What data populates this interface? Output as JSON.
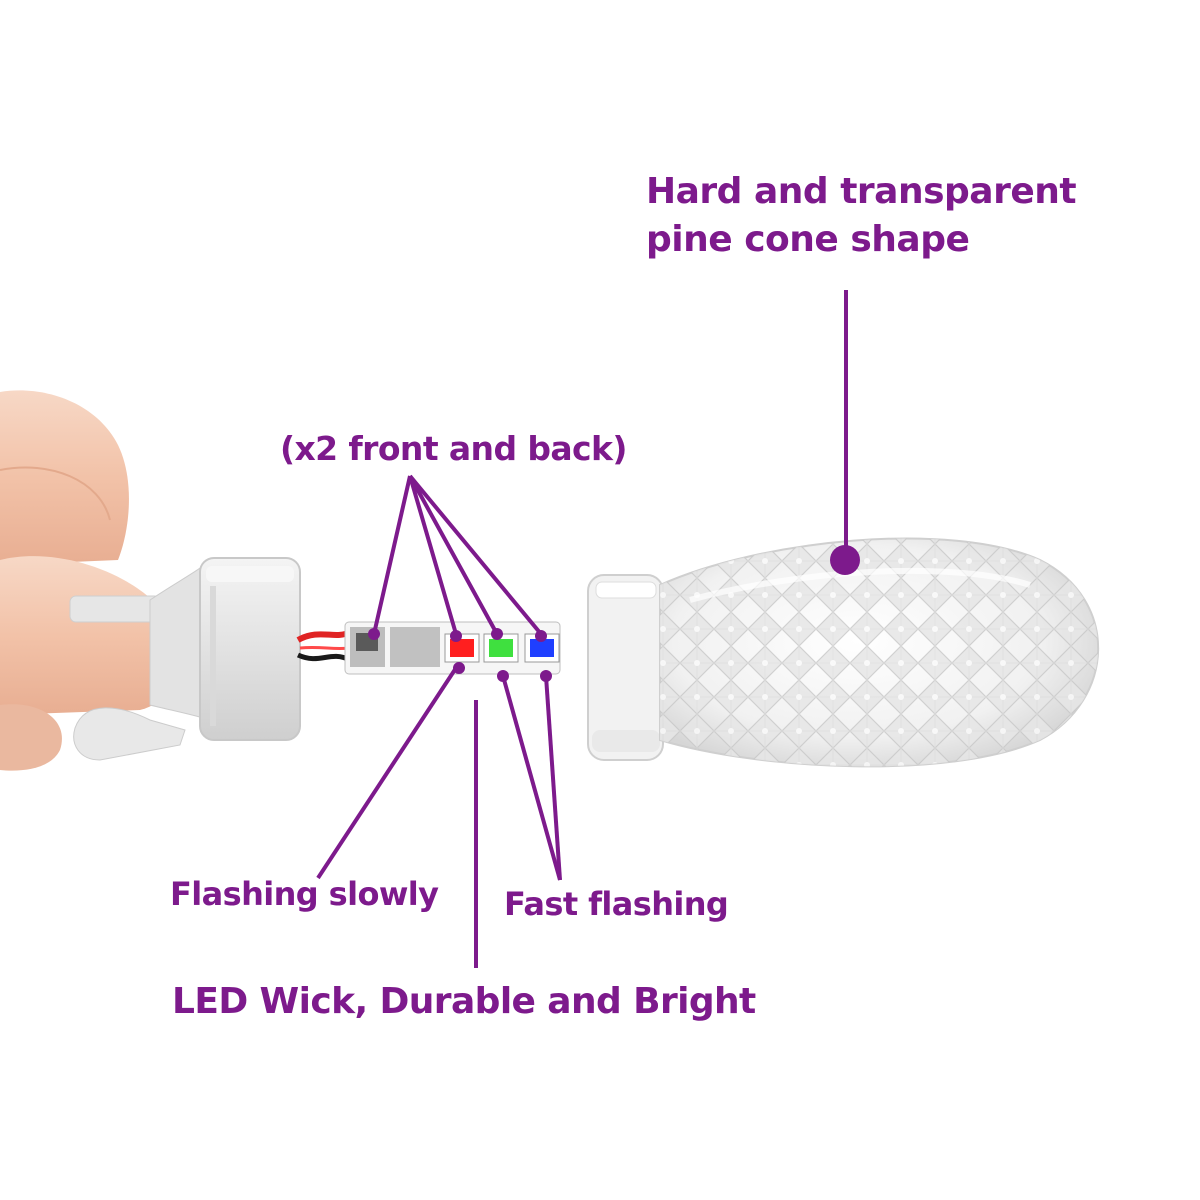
{
  "labels": {
    "shape_line1": "Hard and transparent",
    "shape_line2": "pine cone shape",
    "x2_note": "(x2 front and back)",
    "slow": "Flashing slowly",
    "fast": "Fast flashing",
    "wick": "LED Wick, Durable and Bright"
  },
  "colors": {
    "accent": "#7d1a8c",
    "led_red": "#ff1f1f",
    "led_green": "#3fe03f",
    "led_blue": "#1f3fff",
    "skin": "#f3c9b3",
    "socket": "#eeeeee"
  }
}
